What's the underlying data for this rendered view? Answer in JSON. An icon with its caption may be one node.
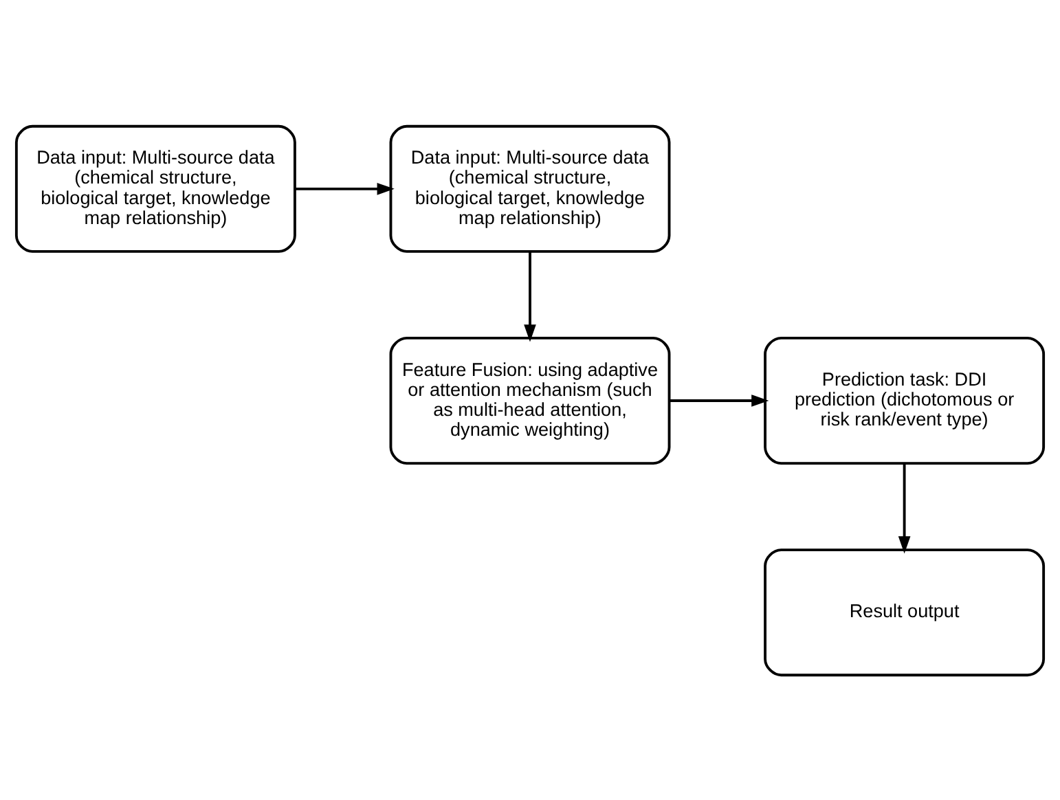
{
  "diagram": {
    "nodes": [
      {
        "text": [
          "Data input: Multi-source data (chemical structure, biological target, knowledge map relationship)"
        ]
      },
      {
        "text": [
          "Data input: Multi-source data (chemical structure, biological target, knowledge map relationship)"
        ]
      },
      {
        "text": [
          "Feature Fusion: using adaptive or attention mechanism (such as multi-head attention, dynamic weighting)"
        ]
      },
      {
        "text": [
          "Prediction task: DDI prediction (dichotomous or risk rank/event type)"
        ]
      },
      {
        "text": [
          "Result output"
        ]
      }
    ],
    "edges": [
      {
        "from": 0,
        "to": 1,
        "arrow": "to"
      },
      {
        "from": 1,
        "to": 2,
        "arrow": "to"
      },
      {
        "from": 2,
        "to": 3,
        "arrow": "to"
      },
      {
        "from": 3,
        "to": 4,
        "arrow": "to"
      }
    ]
  }
}
